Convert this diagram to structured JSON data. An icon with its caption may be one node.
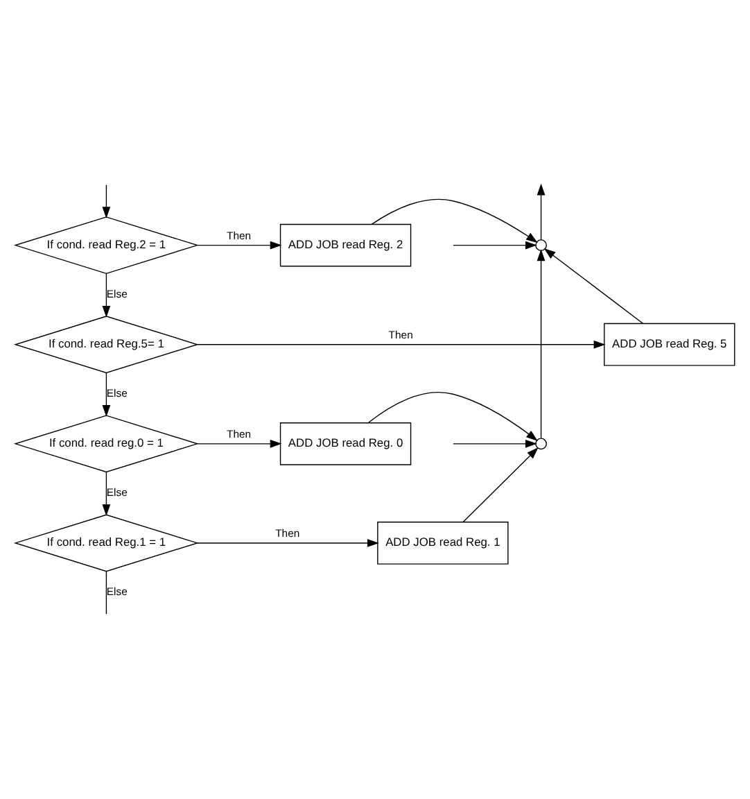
{
  "diagram": {
    "nodes": [
      {
        "text": [
          "If cond. read Reg.2 = 1"
        ]
      },
      {
        "text": [
          "ADD JOB read Reg. 2"
        ]
      },
      {
        "text": [],
        "shape": "circle"
      },
      {
        "text": [
          "If cond. read Reg.5= 1"
        ]
      },
      {
        "text": [
          "ADD JOB read Reg. 5"
        ]
      },
      {
        "text": [
          "If cond. read reg.0 = 1"
        ]
      },
      {
        "text": [
          "ADD JOB read Reg. 0"
        ]
      },
      {
        "text": [],
        "shape": "circle"
      },
      {
        "text": [
          "If cond. read Reg.1 = 1"
        ]
      },
      {
        "text": [
          "ADD JOB read Reg. 1"
        ]
      }
    ],
    "edges": [
      {
        "from": null,
        "to": 0,
        "arrow": "to"
      },
      {
        "from": 0,
        "to": 1,
        "arrow": "to",
        "label": "Then"
      },
      {
        "from": 0,
        "to": 3,
        "arrow": "to",
        "label": "Else"
      },
      {
        "from": 1,
        "to": 2,
        "arrow": "to"
      },
      {
        "from": 4,
        "to": 2,
        "arrow": "to"
      },
      {
        "from": null,
        "to": 2,
        "arrow": "to"
      },
      {
        "from": 2,
        "to": null,
        "arrow": "to"
      },
      {
        "from": 3,
        "to": 4,
        "arrow": "to",
        "label": "Then"
      },
      {
        "from": 3,
        "to": 5,
        "arrow": "to",
        "label": "Else"
      },
      {
        "from": 5,
        "to": 6,
        "arrow": "to",
        "label": "Then"
      },
      {
        "from": 5,
        "to": 8,
        "arrow": "to",
        "label": "Else"
      },
      {
        "from": 6,
        "to": 7,
        "arrow": "to"
      },
      {
        "from": 9,
        "to": 7,
        "arrow": "to"
      },
      {
        "from": null,
        "to": 7,
        "arrow": "to"
      },
      {
        "from": 7,
        "to": 2,
        "arrow": "to"
      },
      {
        "from": 8,
        "to": 9,
        "arrow": "to",
        "label": "Then"
      },
      {
        "from": 8,
        "to": null,
        "arrow": "none",
        "label": "Else"
      }
    ]
  }
}
